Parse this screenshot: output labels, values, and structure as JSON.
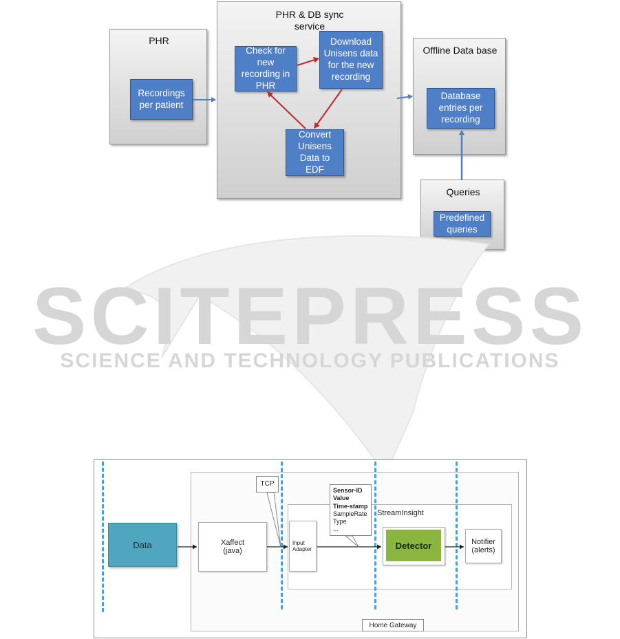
{
  "top": {
    "phr": {
      "title": "PHR",
      "box": "Recordings per patient"
    },
    "sync": {
      "title_line1": "PHR & DB sync",
      "title_line2": "service",
      "check": "Check for new recording in PHR",
      "download": "Download Unisens data for the new recording",
      "convert": "Convert Unisens Data to EDF"
    },
    "offline": {
      "title": "Offline Data base",
      "box": "Database entries per recording"
    },
    "queries": {
      "title": "Queries",
      "box": "Predefined queries"
    }
  },
  "watermark": {
    "main": "SCITEPRESS",
    "sub": "SCIENCE AND TECHNOLOGY PUBLICATIONS"
  },
  "bottom": {
    "data": "Data",
    "xaffect": "Xaffect (java)",
    "tcp": "TCP",
    "callout_bold": [
      "Sensor-ID",
      "Value",
      "Time-stamp"
    ],
    "callout_normal": [
      "SampleRate",
      "Type",
      "..."
    ],
    "streaminsight": "StreamInsight",
    "input_adapter": "Input Adapter",
    "detector": "Detector",
    "notifier": "Notifier (alerts)",
    "home_gateway": "Home Gateway"
  },
  "colors": {
    "blue_box": "#4f7fc7",
    "red_arrow": "#c0282c",
    "blue_arrow": "#4f81bd",
    "data_box": "#4fa6bf",
    "detector_box": "#8ab63f",
    "dashed_line": "#4ba0dc"
  }
}
